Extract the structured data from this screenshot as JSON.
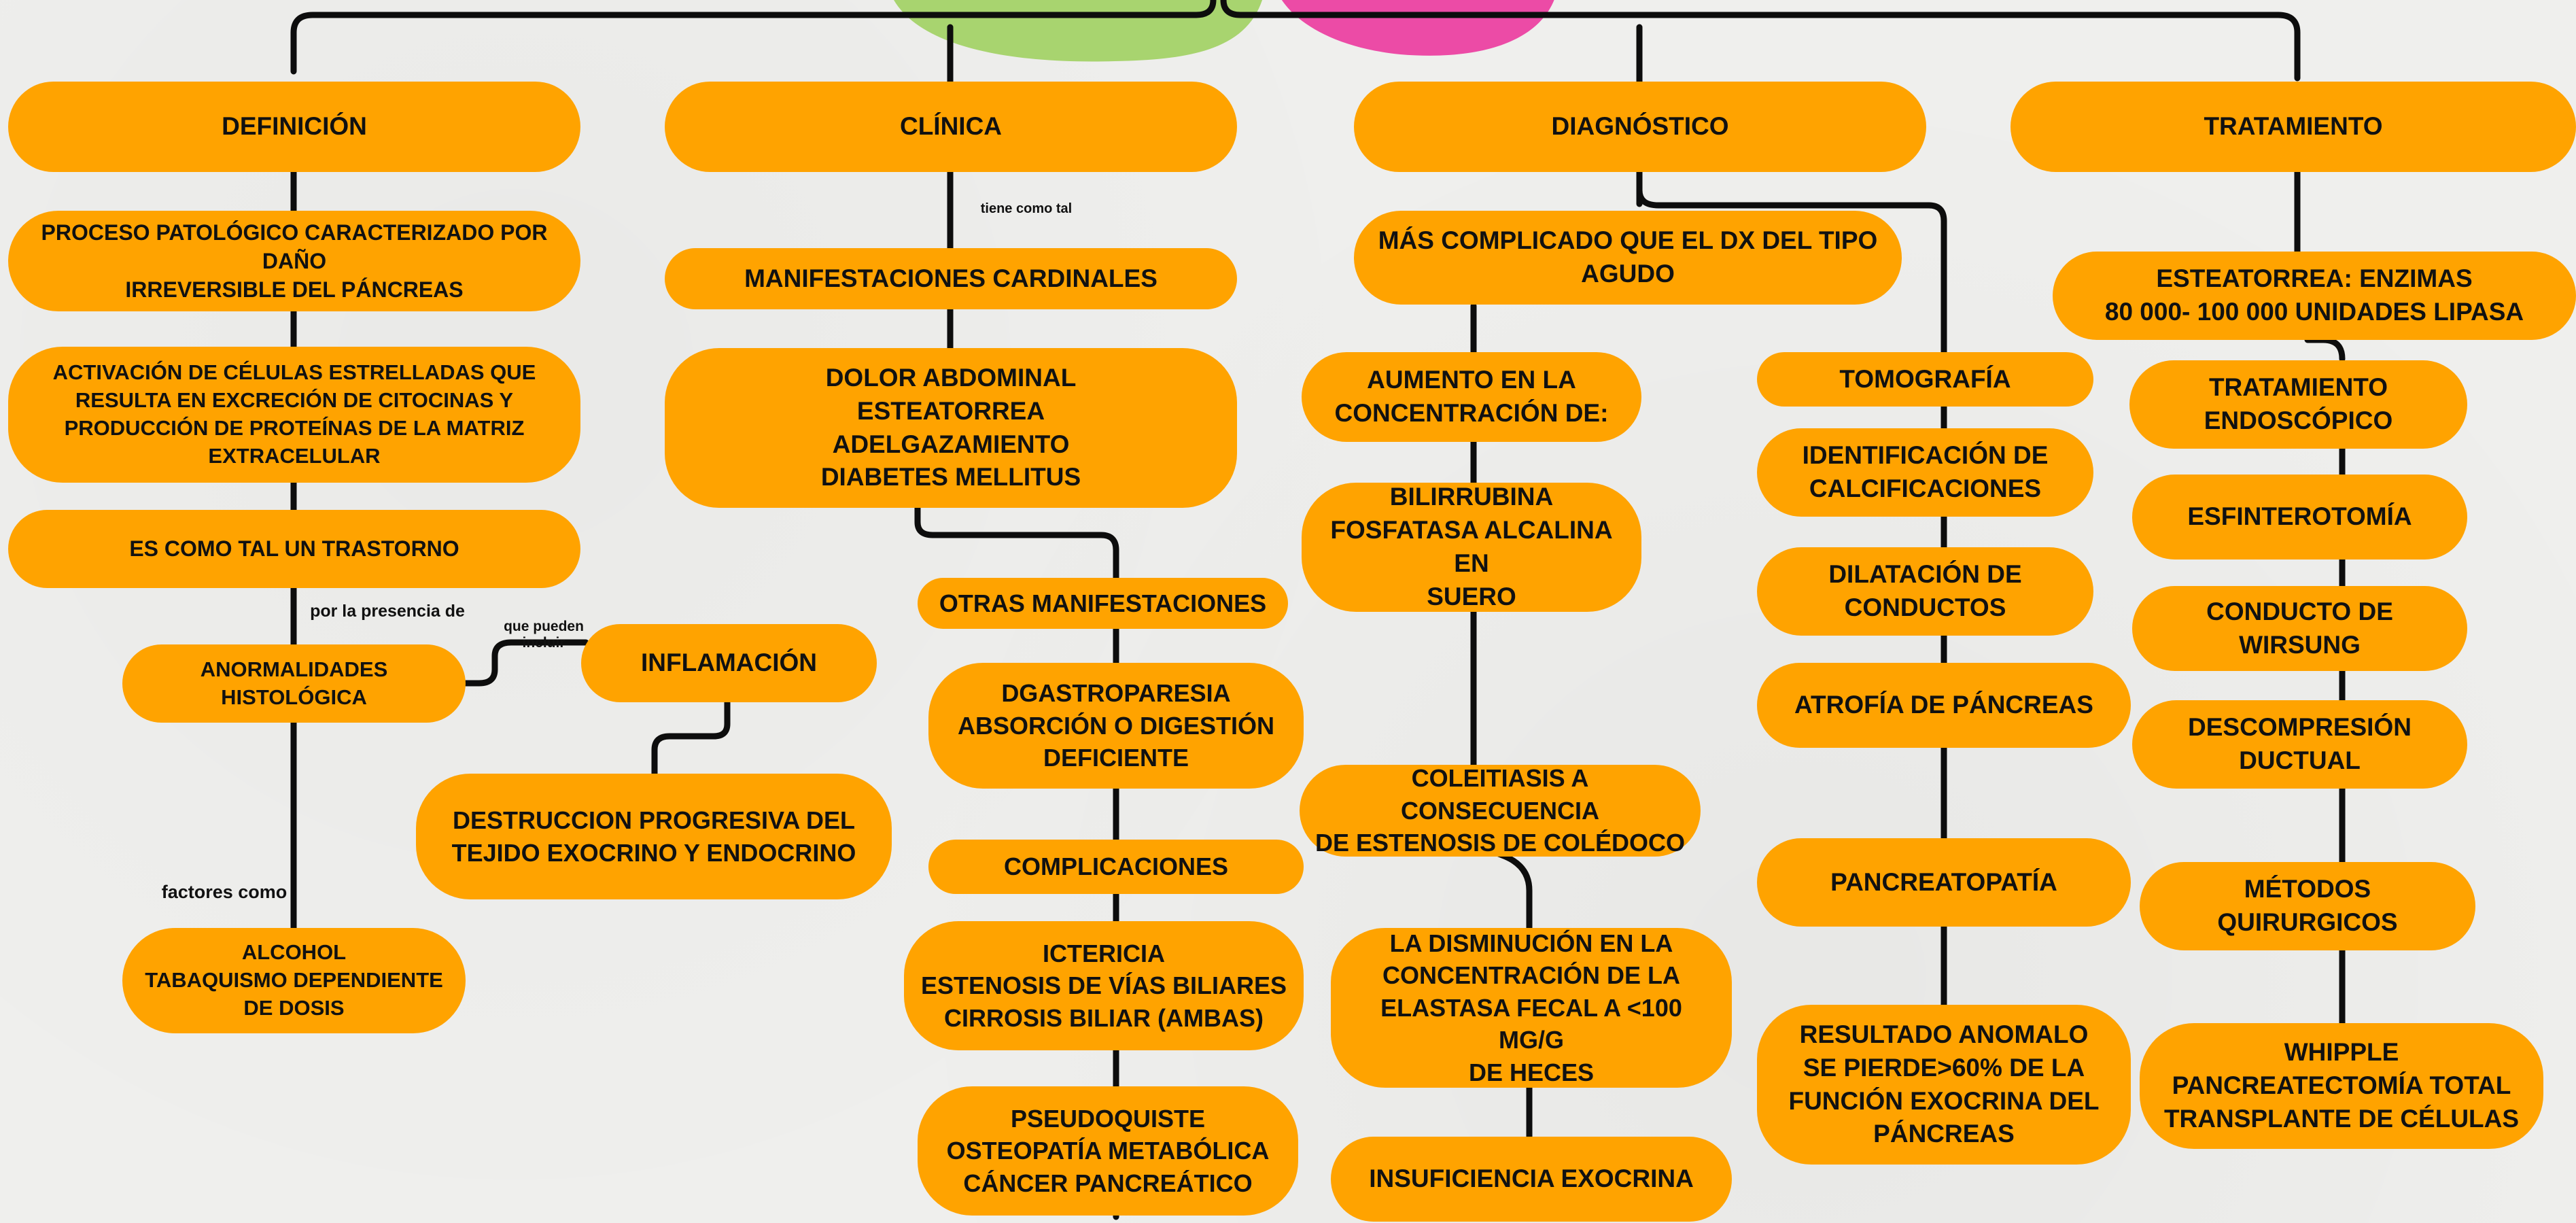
{
  "colors": {
    "node": "#ffa300",
    "line": "#0d0d0d",
    "blob_green": "#a8d46f",
    "blob_pink": "#ec4ba6",
    "background": "#eeeeec"
  },
  "headers": {
    "definicion": "DEFINICIÓN",
    "clinica": "CLÍNICA",
    "diagnostico": "DIAGNÓSTICO",
    "tratamiento": "TRATAMIENTO"
  },
  "definicion": {
    "proceso": "PROCESO PATOLÓGICO CARACTERIZADO POR DAÑO\nIRREVERSIBLE DEL PÁNCREAS",
    "activacion": "ACTIVACIÓN DE CÉLULAS ESTRELLADAS QUE\nRESULTA EN EXCRECIÓN DE CITOCINAS Y\nPRODUCCIÓN DE PROTEÍNAS DE LA MATRIZ\nEXTRACELULAR",
    "trastorno": "ES COMO TAL UN TRASTORNO",
    "label_presencia": "por la presencia de",
    "anormalidades": "ANORMALIDADES\nHISTOLÓGICA",
    "label_pueden": "que pueden\nincluir",
    "inflamacion": "INFLAMACIÓN",
    "destruccion": "DESTRUCCION PROGRESIVA DEL\nTEJIDO EXOCRINO Y ENDOCRINO",
    "label_factores": "factores como",
    "factores": "ALCOHOL\nTABAQUISMO DEPENDIENTE\nDE DOSIS"
  },
  "clinica": {
    "label_tiene": "tiene como tal",
    "cardinales": "MANIFESTACIONES CARDINALES",
    "sintomas": "DOLOR ABDOMINAL\nESTEATORREA\nADELGAZAMIENTO\nDIABETES MELLITUS",
    "otras": "OTRAS MANIFESTACIONES",
    "dgastro": "DGASTROPARESIA\nABSORCIÓN O DIGESTIÓN\nDEFICIENTE",
    "complicaciones": "COMPLICACIONES",
    "ictericia": "ICTERICIA\nESTENOSIS DE VÍAS BILIARES\nCIRROSIS BILIAR (AMBAS)",
    "pseudoquiste": "PSEUDOQUISTE\nOSTEOPATÍA METABÓLICA\nCÁNCER PANCREÁTICO"
  },
  "diagnostico": {
    "complicado": "MÁS COMPLICADO QUE EL DX DEL TIPO\nAGUDO",
    "aumento": "AUMENTO EN LA\nCONCENTRACIÓN DE:",
    "bilirrubina": "BILIRRUBINA\nFOSFATASA ALCALINA EN\nSUERO",
    "coleitiasis": "COLEITIASIS A CONSECUENCIA\nDE ESTENOSIS DE COLÉDOCO",
    "disminucion": "LA DISMINUCIÓN EN LA\nCONCENTRACIÓN DE LA\nELASTASA FECAL A <100 MG/G\nDE HECES",
    "insuficiencia": "INSUFICIENCIA EXOCRINA",
    "tomografia": "TOMOGRAFÍA",
    "calcificaciones": "IDENTIFICACIÓN DE\nCALCIFICACIONES",
    "dilatacion": "DILATACIÓN DE\nCONDUCTOS",
    "atrofia": "ATROFÍA DE PÁNCREAS",
    "pancreatopatia": "PANCREATOPATÍA",
    "resultado": "RESULTADO ANOMALO\nSE PIERDE>60% DE LA\nFUNCIÓN EXOCRINA DEL\nPÁNCREAS"
  },
  "tratamiento": {
    "esteatorrea": "ESTEATORREA: ENZIMAS\n80 000- 100 000 UNIDADES LIPASA",
    "endoscopico": "TRATAMIENTO\nENDOSCÓPICO",
    "esfinterotomia": "ESFINTEROTOMÍA",
    "wirsung": "CONDUCTO DE WIRSUNG",
    "descompresion": "DESCOMPRESIÓN\nDUCTUAL",
    "quirurgicos": "MÉTODOS QUIRURGICOS",
    "whipple": "WHIPPLE\nPANCREATECTOMÍA TOTAL\nTRANSPLANTE DE CÉLULAS"
  }
}
